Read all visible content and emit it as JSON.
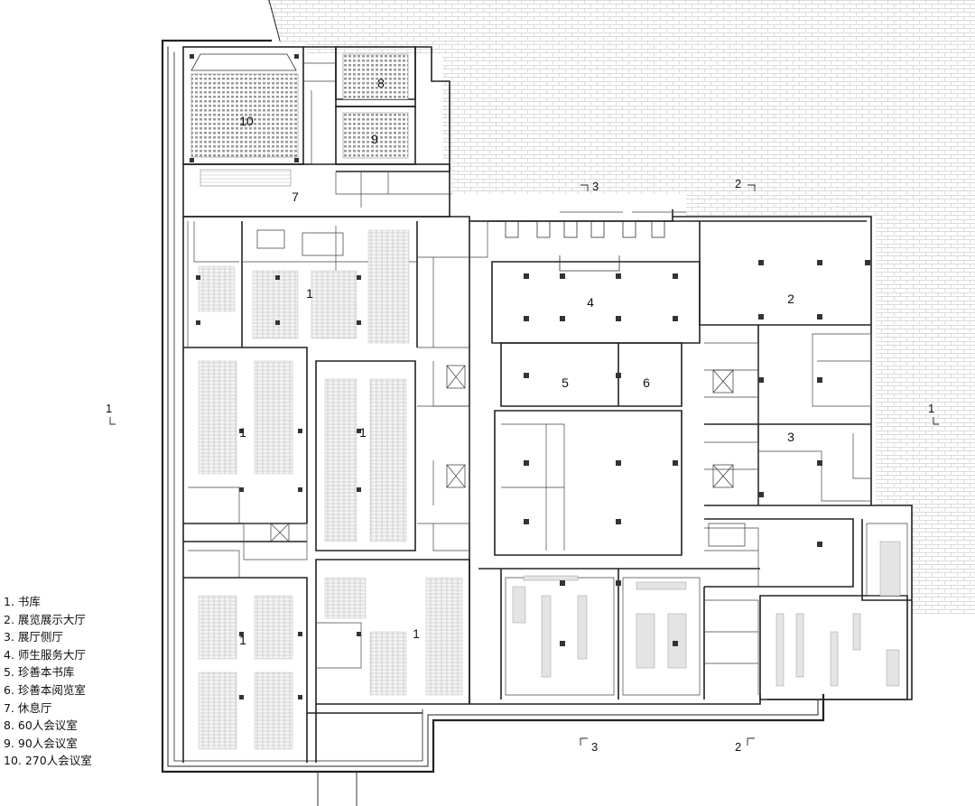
{
  "legend": [
    "1. 书库",
    "2. 展览展示大厅",
    "3. 展厅侧厅",
    "4. 师生服务大厅",
    "5. 珍善本书库",
    "6. 珍善本阅览室",
    "7. 休息厅",
    "8. 60人会议室",
    "9. 90人会议室",
    "10. 270人会议室"
  ],
  "room_labels": {
    "r10": "10",
    "r9": "9",
    "r8": "8",
    "r7": "7",
    "r1a": "1",
    "r1b": "1",
    "r1c": "1",
    "r1d": "1",
    "r1e": "1",
    "r2": "2",
    "r3": "3",
    "r4": "4",
    "r5": "5",
    "r6": "6"
  },
  "section_marks": {
    "s1_left": "1",
    "s1_right": "1",
    "s2_top": "2",
    "s2_bottom": "2",
    "s3_top": "3",
    "s3_bottom": "3"
  },
  "colors": {
    "line": "#222222",
    "hatch": "#c8c8c8",
    "light": "#9a9a9a"
  }
}
